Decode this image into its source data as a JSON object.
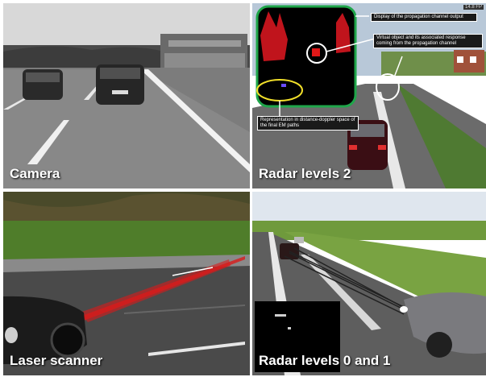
{
  "panels": {
    "camera": {
      "caption": "Camera"
    },
    "radar2": {
      "caption": "Radar levels 2",
      "fps": "14.8 FP",
      "annotations": {
        "channel_output": "Display of the propagation channel output",
        "virtual_object": "Virtual object and its associated response coming from the propagation channel",
        "range_doppler": "Representation in distance-doppler space of the final EM paths"
      }
    },
    "laser": {
      "caption": "Laser scanner"
    },
    "radar01": {
      "caption": "Radar levels 0 and 1"
    }
  },
  "colors": {
    "highlight_green": "#1fa64a",
    "highlight_yellow": "#f2e02a",
    "radar_red": "#e01818",
    "laser_red": "#d81a1a"
  }
}
